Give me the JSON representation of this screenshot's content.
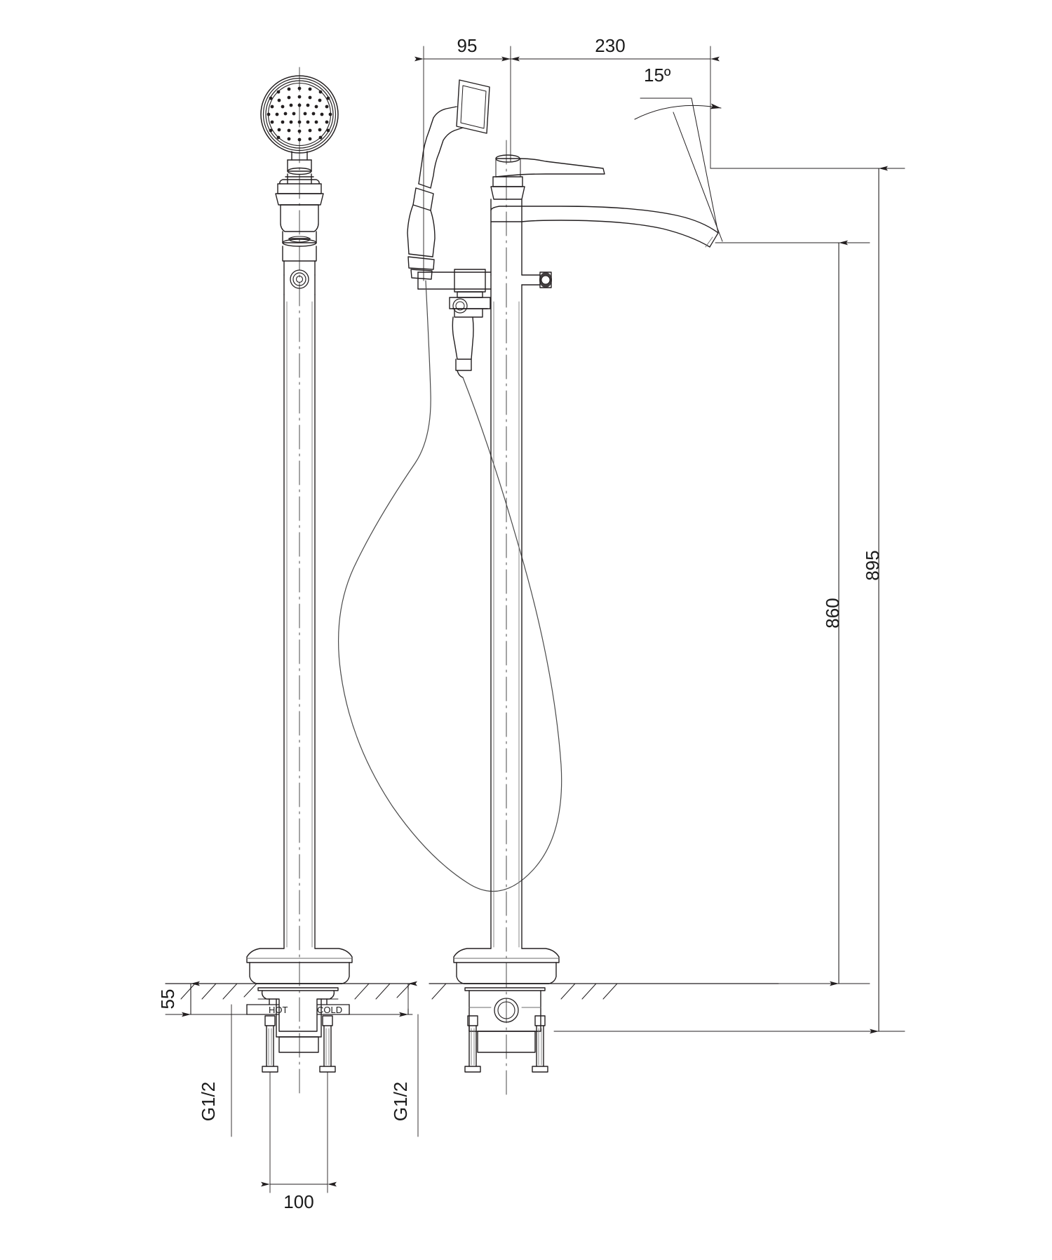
{
  "drawing": {
    "type": "technical-drawing",
    "subject": "floor-mounted bath tub filler with handshower",
    "units": "mm",
    "background_color": "#ffffff",
    "line_color": "#231f20",
    "dim_line_color": "#231f20",
    "centerline_color": "#4a4a4a"
  },
  "dimensions": {
    "spout_offset_95": "95",
    "spout_reach_230": "230",
    "spout_angle": "15º",
    "overall_height_895": "895",
    "spout_height_860": "860",
    "floor_depth_55": "55",
    "inlet_spacing_100": "100",
    "inlet_thread_left": "G1/2",
    "inlet_thread_right": "G1/2"
  },
  "labels": {
    "hot": "HOT",
    "cold": "COLD"
  },
  "views": {
    "left": {
      "name": "front-elevation-view"
    },
    "right": {
      "name": "side-elevation-view"
    }
  }
}
